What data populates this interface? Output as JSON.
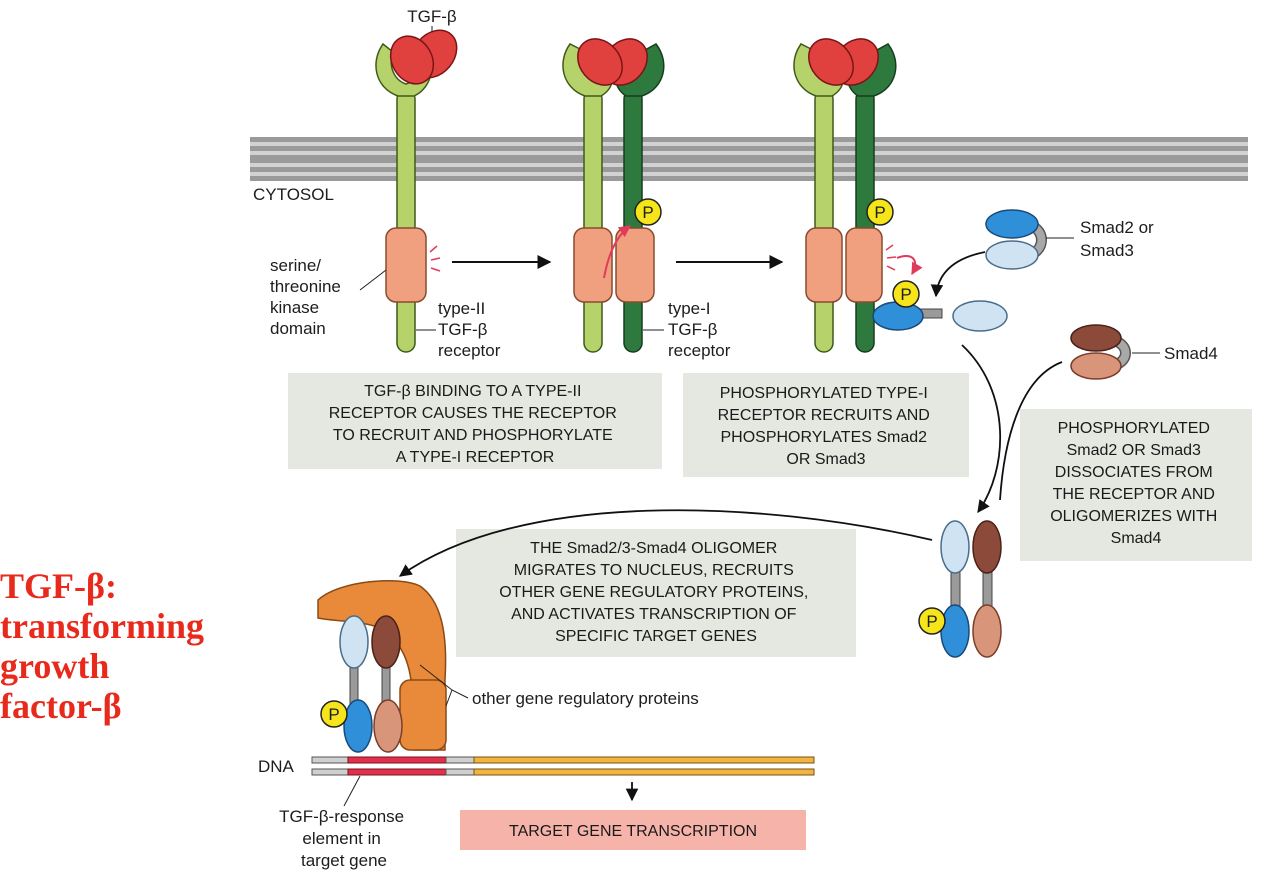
{
  "side_title": [
    "TGF-β:",
    "transforming",
    "growth",
    "factor-β"
  ],
  "labels": {
    "ligand": "TGF-β",
    "cytosol": "CYTOSOL",
    "kinase_domain": [
      "serine/",
      "threonine",
      "kinase",
      "domain"
    ],
    "type2_receptor": [
      "type-II",
      "TGF-β",
      "receptor"
    ],
    "type1_receptor": [
      "type-I",
      "TGF-β",
      "receptor"
    ],
    "smad23": [
      "Smad2 or",
      "Smad3"
    ],
    "smad4": "Smad4",
    "phospho": "P",
    "other_proteins": "other gene regulatory proteins",
    "dna": "DNA",
    "response_element": [
      "TGF-β-response",
      "element in",
      "target gene"
    ]
  },
  "boxes": {
    "step1": [
      "TGF-β BINDING TO A TYPE-II",
      "RECEPTOR CAUSES THE RECEPTOR",
      "TO RECRUIT AND PHOSPHORYLATE",
      "A TYPE-I RECEPTOR"
    ],
    "step2": [
      "PHOSPHORYLATED TYPE-I",
      "RECEPTOR RECRUITS AND",
      "PHOSPHORYLATES Smad2",
      "OR Smad3"
    ],
    "step3": [
      "PHOSPHORYLATED",
      "Smad2 OR Smad3",
      "DISSOCIATES FROM",
      "THE RECEPTOR AND",
      "OLIGOMERIZES WITH",
      "Smad4"
    ],
    "step4": [
      "THE Smad2/3-Smad4 OLIGOMER",
      "MIGRATES TO NUCLEUS, RECRUITS",
      "OTHER GENE REGULATORY PROTEINS,",
      "AND ACTIVATES TRANSCRIPTION OF",
      "SPECIFIC TARGET GENES"
    ],
    "transcription": "TARGET GENE TRANSCRIPTION"
  },
  "colors": {
    "light_green": "#b6d36b",
    "dark_green": "#2e7a3e",
    "ligand_red": "#e0413f",
    "kinase_salmon": "#f0a07e",
    "phospho_yellow": "#f5e51a",
    "smad_light_blue": "#cfe3f3",
    "smad_blue": "#2f8fd9",
    "smad4_brown": "#8b4a3a",
    "smad4_tan": "#d8957a",
    "regulatory_orange": "#e88a3a",
    "box_gray": "#e5e7e1",
    "title_red": "#e82a1c"
  }
}
